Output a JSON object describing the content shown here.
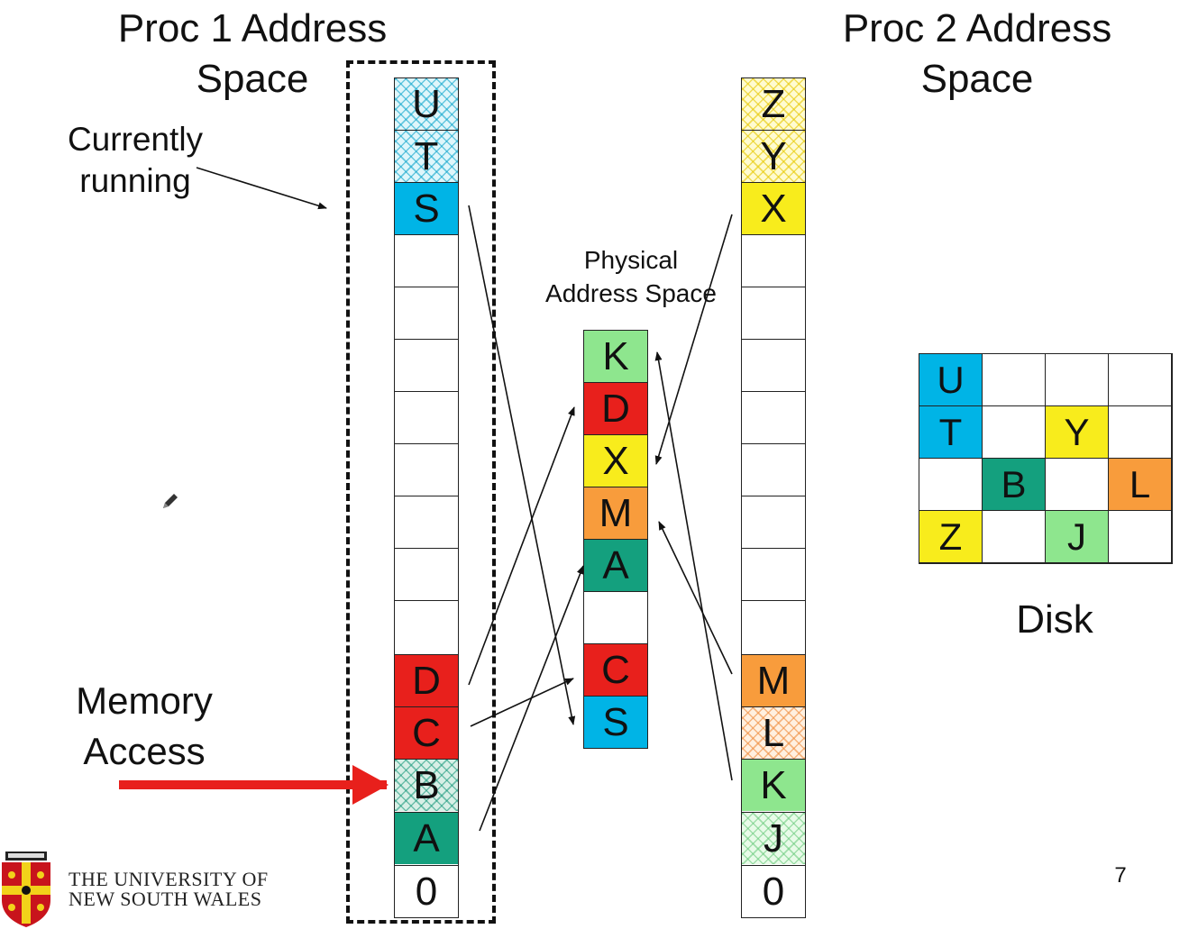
{
  "titles": {
    "proc1": [
      "Proc 1 Address",
      "Space"
    ],
    "proc2": [
      "Proc 2 Address",
      "Space"
    ],
    "physical": [
      "Physical",
      "Address Space"
    ],
    "disk": "Disk"
  },
  "labels": {
    "currently_running": [
      "Currently",
      "running"
    ],
    "memory_access": [
      "Memory",
      "Access"
    ]
  },
  "proc1_pages": [
    "U",
    "T",
    "S",
    "",
    "",
    "",
    "",
    "",
    "",
    "",
    "",
    "D",
    "C",
    "B",
    "A",
    "0"
  ],
  "proc2_pages": [
    "Z",
    "Y",
    "X",
    "",
    "",
    "",
    "",
    "",
    "",
    "",
    "",
    "M",
    "L",
    "K",
    "J",
    "0"
  ],
  "physical_pages": [
    "K",
    "D",
    "X",
    "M",
    "A",
    "",
    "C",
    "S"
  ],
  "disk_cells": [
    "U",
    "",
    "",
    "",
    "T",
    "",
    "Y",
    "",
    "",
    "B",
    "",
    "L",
    "Z",
    "",
    "J",
    ""
  ],
  "colors": {
    "cyan": "#00b4e6",
    "red": "#e8201c",
    "yellow": "#f8ec1c",
    "orange": "#f89c3c",
    "teal": "#14a07e",
    "light_green": "#8ee68e",
    "arrow_red": "#e8201c"
  },
  "footer": {
    "university_line1": "THE UNIVERSITY OF",
    "university_line2": "NEW SOUTH WALES",
    "page_number": "7"
  }
}
